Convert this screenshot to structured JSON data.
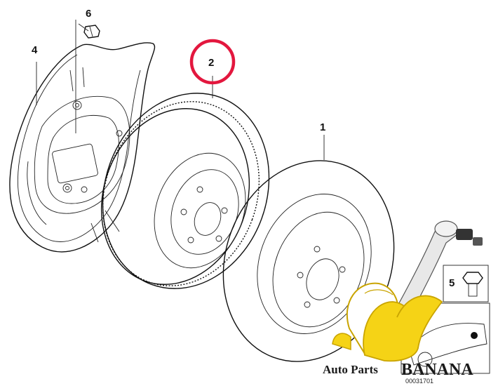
{
  "callouts": [
    {
      "id": "1",
      "text": "1"
    },
    {
      "id": "2",
      "text": "2"
    },
    {
      "id": "4",
      "text": "4"
    },
    {
      "id": "5",
      "text": "5"
    },
    {
      "id": "6",
      "text": "6"
    }
  ],
  "highlight_color": "#e3173e",
  "watermark": {
    "brand_prefix": "Auto Parts",
    "brand_name": "BANANA",
    "colors": {
      "banana": "#f5d316",
      "banana_dark": "#c9a400",
      "link_arm": "#e8e8e8"
    }
  },
  "diagram_code": "00031701"
}
